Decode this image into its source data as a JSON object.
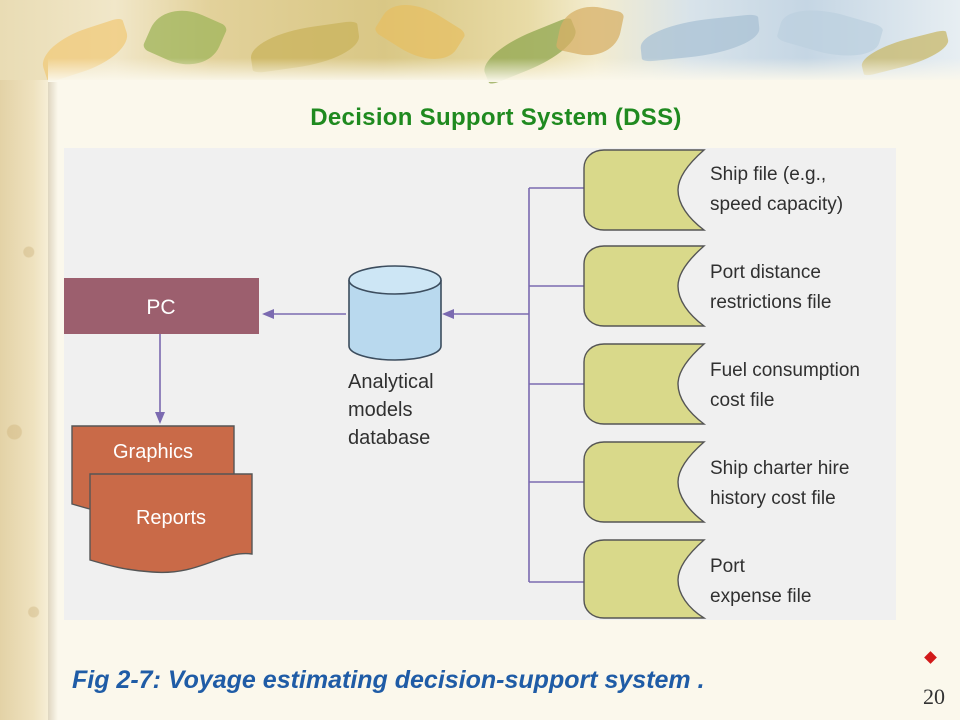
{
  "slide": {
    "title": "Decision Support System (DSS)",
    "caption": "Fig 2-7:  Voyage estimating decision-support system .",
    "page_number": "20"
  },
  "diagram": {
    "pc_label": "PC",
    "database_lines": [
      "Analytical",
      "models",
      "database"
    ],
    "outputs": [
      "Graphics",
      "Reports"
    ],
    "files": [
      [
        "Ship file (e.g.,",
        "speed capacity)"
      ],
      [
        "Port distance",
        "restrictions file"
      ],
      [
        "Fuel consumption",
        "cost file"
      ],
      [
        "Ship charter hire",
        "history cost file"
      ],
      [
        "Port",
        "expense file"
      ]
    ]
  },
  "colors": {
    "title": "#1f8a1f",
    "caption": "#1f5ca6",
    "pc_box": "#9c5f6e",
    "database": "#b9d9ee",
    "output_docs": "#c96a48",
    "file_shapes": "#d9d98a",
    "connectors": "#7b6ab0"
  }
}
